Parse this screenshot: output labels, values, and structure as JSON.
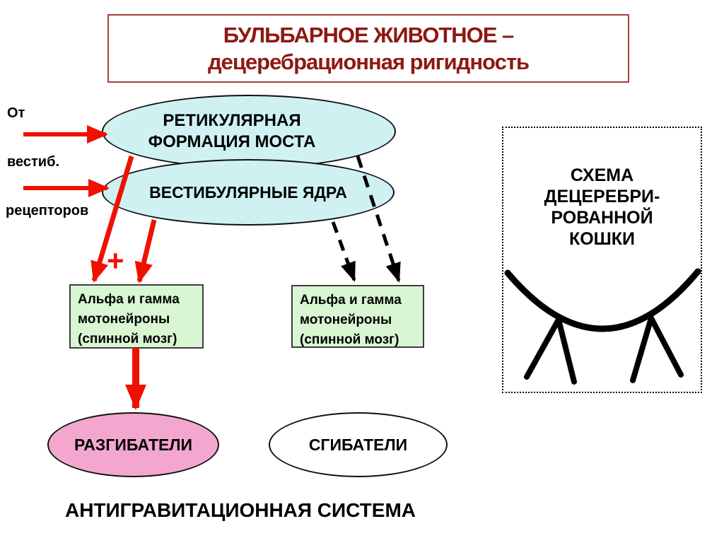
{
  "slide": {
    "title": {
      "line1": "БУЛЬБАРНОЕ ЖИВОТНОЕ –",
      "line2": "децеребрационная ригидность"
    },
    "source_label": {
      "line1": "От",
      "line2": "вестиб.",
      "line3": "рецепторов"
    },
    "nodes": {
      "reticular_formation": {
        "line1": "РЕТИКУЛЯРНАЯ",
        "line2": "ФОРМАЦИЯ МОСТА"
      },
      "vestibular_nuclei": {
        "label": "ВЕСТИБУЛЯРНЫЕ ЯДРА"
      },
      "motoneurons_left": {
        "line1": "Альфа и гамма",
        "line2": "мотонейроны",
        "line3": "(спинной мозг)"
      },
      "motoneurons_right": {
        "line1": "Альфа и гамма",
        "line2": "мотонейроны",
        "line3": "(спинной мозг)"
      },
      "extensors": {
        "label": "РАЗГИБАТЕЛИ"
      },
      "flexors": {
        "label": "СГИБАТЕЛИ"
      }
    },
    "plus_sign": "+",
    "bottom_label": "АНТИГРАВИТАЦИОННАЯ СИСТЕМА",
    "cat_panel": {
      "line1": "СХЕМА",
      "line2": "ДЕЦЕРЕБРИ-",
      "line3": "РОВАННОЙ",
      "line4": "КОШКИ"
    }
  },
  "colors": {
    "title_red": "#8e1813",
    "title_border": "#a2403c",
    "arrow_red": "#ee1100",
    "node_cyan": "#cff1f2",
    "node_green": "#d9f6d3",
    "node_pink": "#f3a7cf",
    "ink_black": "#000000"
  }
}
